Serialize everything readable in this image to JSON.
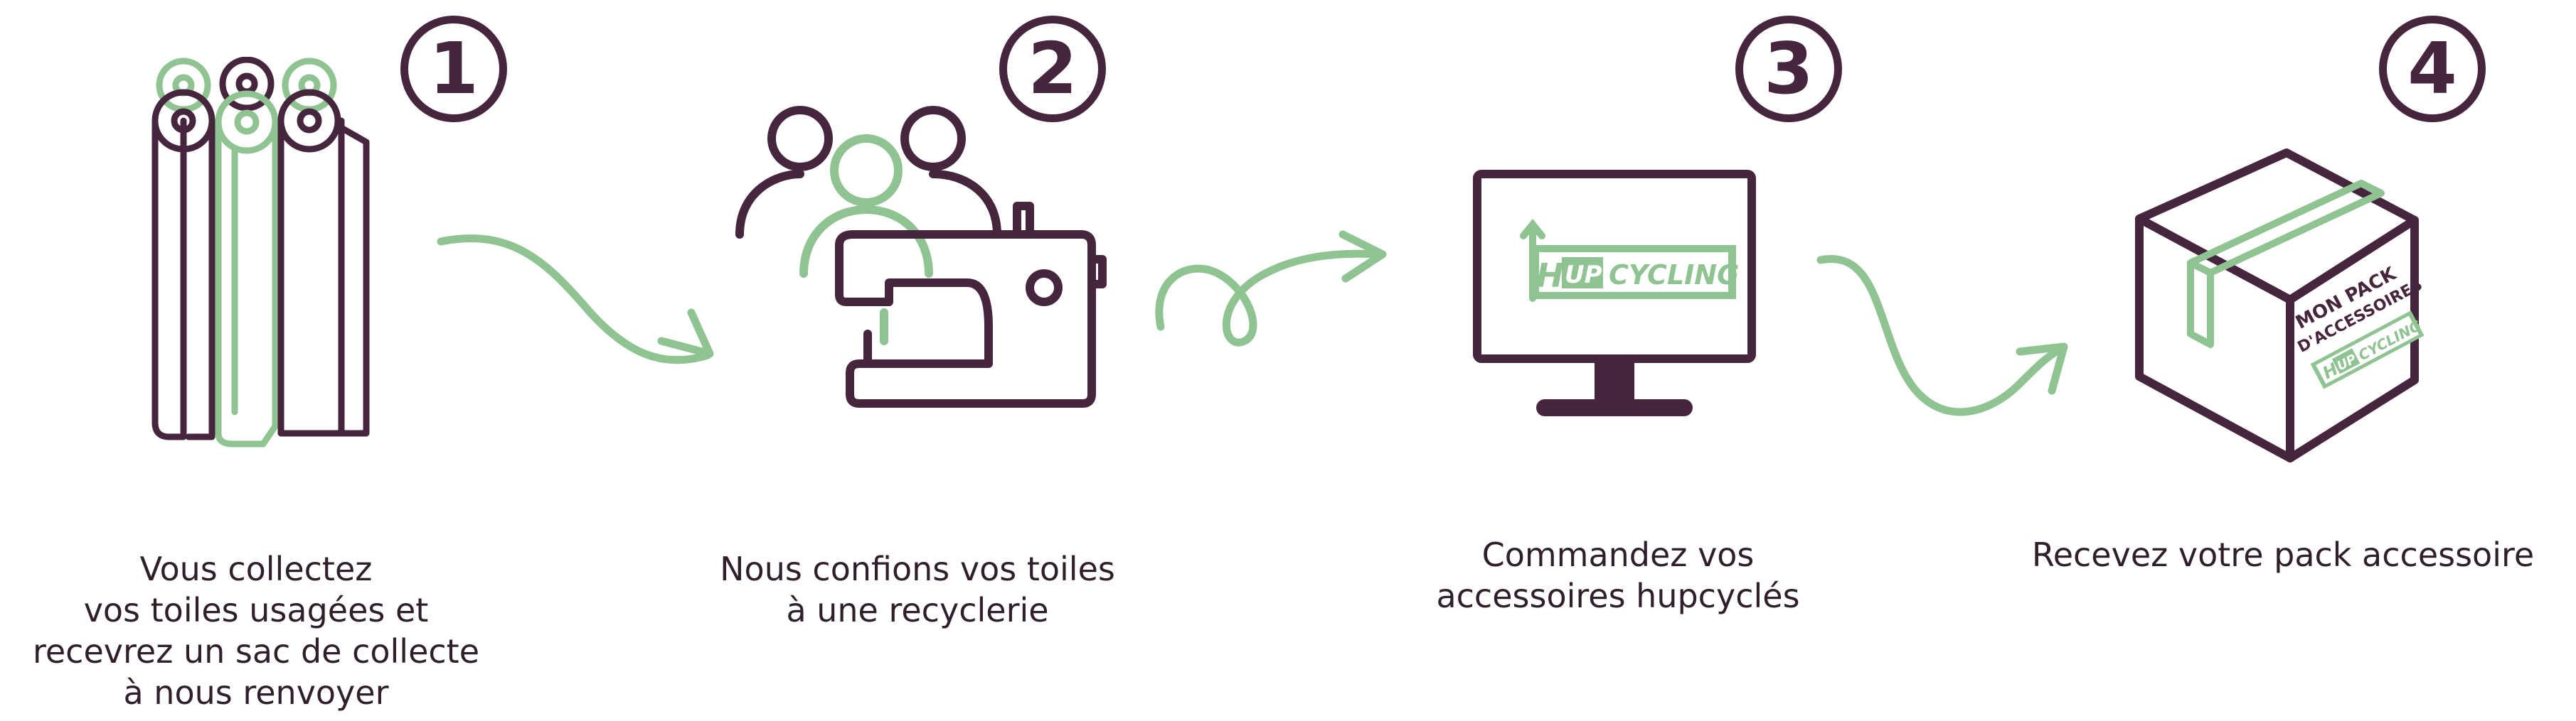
{
  "colors": {
    "plum": "#45263d",
    "green": "#8fc391",
    "text": "#2f1f2b",
    "background": "#ffffff"
  },
  "steps": [
    {
      "number": "1",
      "icon": "fabric-rolls-icon",
      "caption_lines": [
        "Vous collectez",
        "vos toiles usagées et",
        "recevrez un sac de collecte",
        "à nous renvoyer"
      ]
    },
    {
      "number": "2",
      "icon": "people-sewing-machine-icon",
      "caption_lines": [
        "Nous confions vos toiles",
        "à une recyclerie"
      ]
    },
    {
      "number": "3",
      "icon": "computer-monitor-icon",
      "caption_lines": [
        "Commandez vos",
        "accessoires hupcyclés"
      ]
    },
    {
      "number": "4",
      "icon": "package-box-icon",
      "caption_lines": [
        "Recevez votre pack accessoire"
      ]
    }
  ],
  "logo": {
    "letter": "H",
    "up": "UP",
    "cycling": "CYCLING"
  },
  "box_label": {
    "line1": "MON PACK",
    "line2": "D'ACCESSOIRES"
  }
}
